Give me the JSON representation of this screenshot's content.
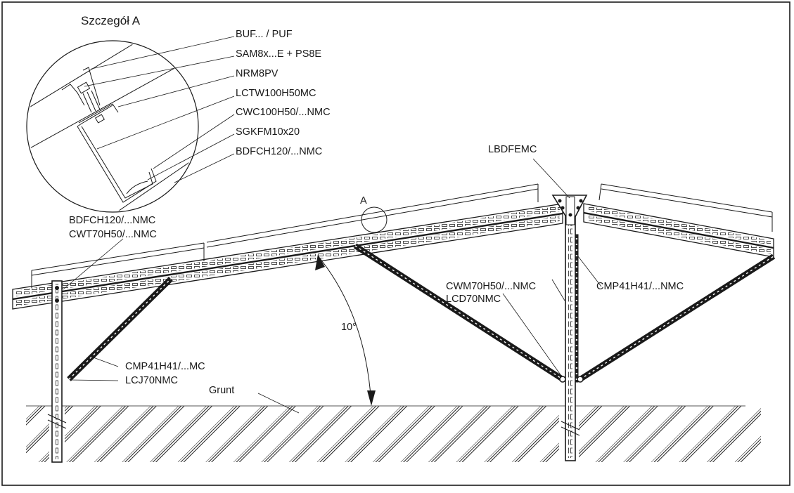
{
  "drawing": {
    "detail_title": "Szczegół A",
    "detail_marker": "A",
    "angle_label": "10°",
    "ground_label": "Grunt",
    "colors": {
      "line": "#1a1a1a",
      "background": "#ffffff"
    }
  },
  "detail_callouts": [
    {
      "id": "buf",
      "text": "BUF... / PUF"
    },
    {
      "id": "sam",
      "text": "SAM8x...E + PS8E"
    },
    {
      "id": "nrm",
      "text": "NRM8PV"
    },
    {
      "id": "lctw",
      "text": "LCTW100H50MC"
    },
    {
      "id": "cwc",
      "text": "CWC100H50/...NMC"
    },
    {
      "id": "sgkfm",
      "text": "SGKFM10x20"
    },
    {
      "id": "bdfch",
      "text": "BDFCH120/...NMC"
    }
  ],
  "main_callouts": {
    "left_rail_1": "BDFCH120/...NMC",
    "left_rail_2": "CWT70H50/...NMC",
    "left_brace_1": "CMP41H41/...MC",
    "left_brace_2": "LCJ70NMC",
    "peak_bracket": "LBDFEMC",
    "mid_post_1": "CWM70H50/...NMC",
    "mid_post_2": "LCD70NMC",
    "right_brace": "CMP41H41/...NMC"
  },
  "footer": {
    "text": ""
  }
}
